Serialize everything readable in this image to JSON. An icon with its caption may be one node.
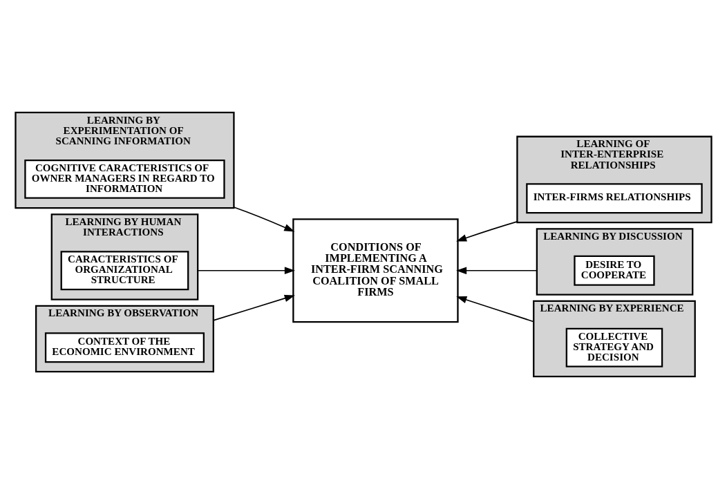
{
  "diagram": {
    "nodes": [
      {
        "text": [
          "LEARNING BY EXPERIMENTATION OF SCANNING INFORMATION"
        ]
      },
      {
        "text": [
          "COGNITIVE CARACTERISTICS OF OWNER MANAGERS IN REGARD TO INFORMATION"
        ],
        "in": 0
      },
      {
        "text": [
          "LEARNING OF INTER-ENTERPRISE RELATIONSHIPS"
        ]
      },
      {
        "text": [
          "INTER-FIRMS RELATIONSHIPS"
        ],
        "in": 2
      },
      {
        "text": [
          "LEARNING BY HUMAN INTERACTIONS"
        ]
      },
      {
        "text": [
          "CARACTERISTICS OF ORGANIZATIONAL STRUCTURE"
        ],
        "in": 4
      },
      {
        "text": [
          "CONDITIONS OF IMPLEMENTING A INTER-FIRM SCANNING COALITION OF SMALL FIRMS"
        ]
      },
      {
        "text": [
          "LEARNING BY DISCUSSION"
        ]
      },
      {
        "text": [
          "DESIRE TO COOPERATE"
        ],
        "in": 7
      },
      {
        "text": [
          "LEARNING BY OBSERVATION"
        ]
      },
      {
        "text": [
          "CONTEXT OF THE ECONOMIC ENVIRONMENT"
        ],
        "in": 9
      },
      {
        "text": [
          "LEARNING BY EXPERIENCE"
        ]
      },
      {
        "text": [
          "COLLECTIVE STRATEGY AND DECISION"
        ],
        "in": 11
      }
    ],
    "edges": [
      {
        "from": 0,
        "to": 6,
        "arrow": "to"
      },
      {
        "from": 2,
        "to": 6,
        "arrow": "to"
      },
      {
        "from": 4,
        "to": 6,
        "arrow": "to"
      },
      {
        "from": 7,
        "to": 6,
        "arrow": "to"
      },
      {
        "from": 9,
        "to": 6,
        "arrow": "to"
      },
      {
        "from": 11,
        "to": 6,
        "arrow": "to"
      }
    ]
  }
}
